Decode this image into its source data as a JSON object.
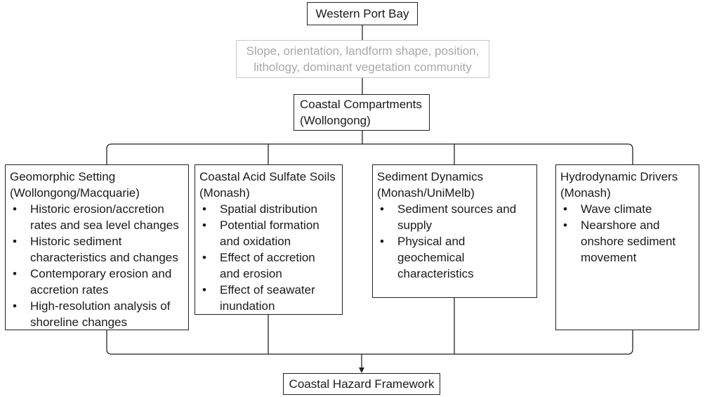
{
  "root": {
    "label": "Western Port Bay"
  },
  "attributes": {
    "line1": "Slope, orientation, landform shape, position,",
    "line2": "lithology, dominant vegetation community"
  },
  "compartments": {
    "line1": "Coastal Compartments",
    "line2": "(Wollongong)"
  },
  "branches": [
    {
      "title1": "Geomorphic Setting",
      "title2": "(Wollongong/Macquarie)",
      "items": [
        "Historic erosion/accretion rates and sea level changes",
        "Historic sediment characteristics and changes",
        "Contemporary erosion and accretion rates",
        "High-resolution analysis of shoreline changes"
      ]
    },
    {
      "title1": "Coastal Acid Sulfate Soils",
      "title2": "(Monash)",
      "items": [
        "Spatial distribution",
        "Potential formation and oxidation",
        "Effect of accretion and erosion",
        "Effect of seawater inundation"
      ]
    },
    {
      "title1": "Sediment Dynamics",
      "title2": "(Monash/UniMelb)",
      "items": [
        "Sediment sources and supply",
        "Physical and geochemical characteristics"
      ]
    },
    {
      "title1": "Hydrodynamic Drivers",
      "title2": "(Monash)",
      "items": [
        "Wave climate",
        "Nearshore and onshore sediment movement"
      ]
    }
  ],
  "output": {
    "label": "Coastal Hazard Framework"
  },
  "bullet": "•"
}
